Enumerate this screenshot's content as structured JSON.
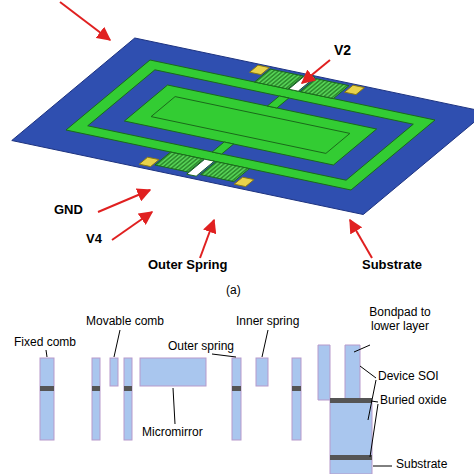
{
  "diagram": {
    "labels": [
      "V2",
      "GND",
      "V4",
      "Outer Spring",
      "Substrate",
      "(a)",
      "Movable comb",
      "Inner spring",
      "Fixed comb",
      "Outer spring",
      "Bondpad to lower layer",
      "Device SOI",
      "Buried oxide",
      "Micromirror",
      "Substrate"
    ]
  }
}
